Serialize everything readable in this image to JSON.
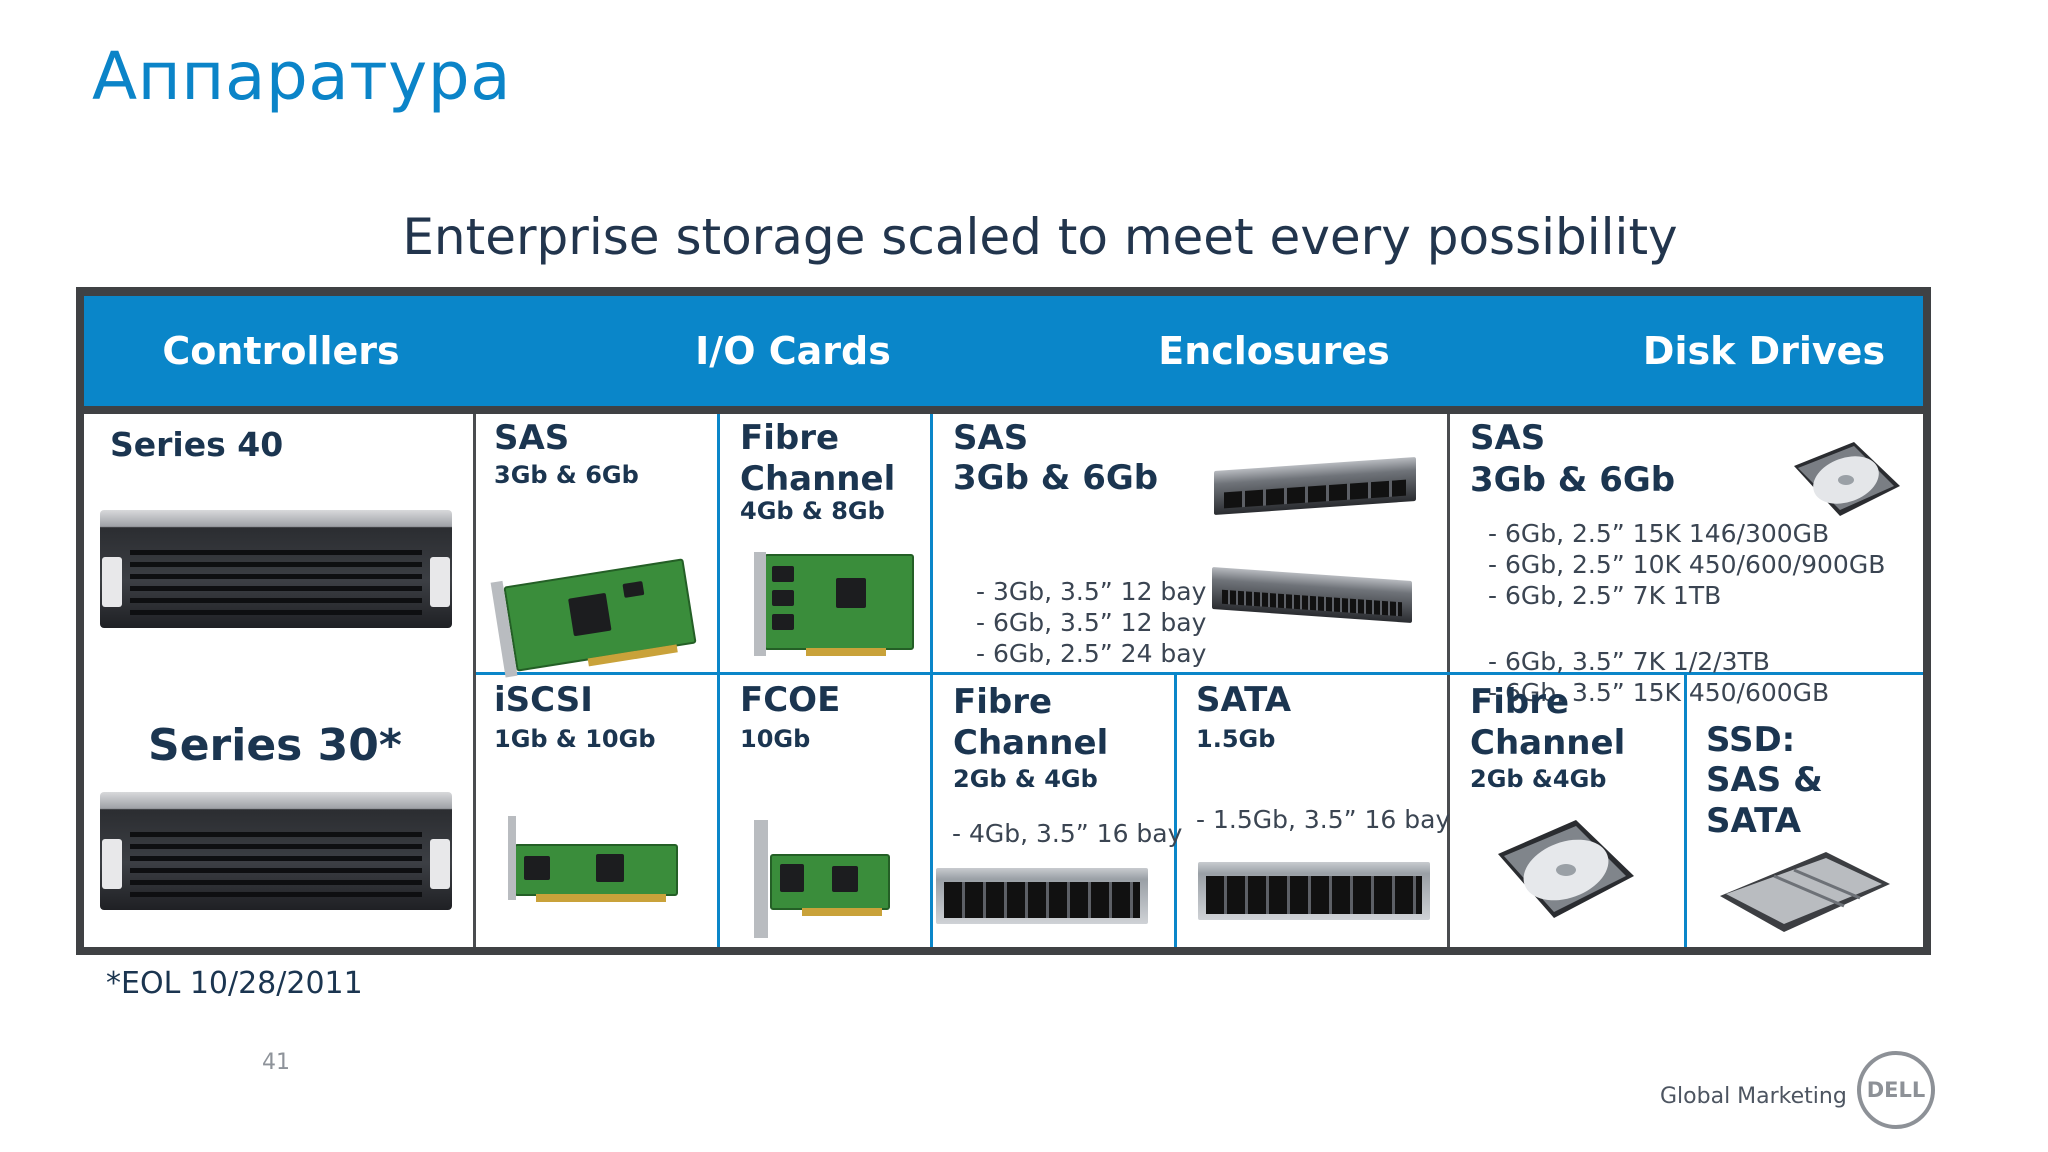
{
  "slide": {
    "title": "Аппаратура",
    "subtitle": "Enterprise storage scaled to meet every possibility",
    "footnote": "*EOL 10/28/2011",
    "page_number": "41",
    "footer_text": "Global Marketing",
    "logo_text": "DELL"
  },
  "table": {
    "headers": [
      "Controllers",
      "I/O Cards",
      "Enclosures",
      "Disk Drives"
    ],
    "controllers": {
      "series40": "Series 40",
      "series30": "Series 30*"
    },
    "io_cards": {
      "sas": {
        "name": "SAS",
        "speed": "3Gb & 6Gb"
      },
      "fibre": {
        "name": "Fibre Channel",
        "speed": "4Gb & 8Gb"
      },
      "iscsi": {
        "name": "iSCSI",
        "speed": "1Gb & 10Gb"
      },
      "fcoe": {
        "name": "FCOE",
        "speed": "10Gb"
      }
    },
    "enclosures": {
      "sas": {
        "name": "SAS",
        "speed": "3Gb & 6Gb",
        "items": [
          "- 3Gb, 3.5” 12 bay",
          "- 6Gb, 3.5” 12 bay",
          "- 6Gb, 2.5” 24 bay"
        ]
      },
      "fibre": {
        "name": "Fibre Channel",
        "speed": "2Gb & 4Gb",
        "item": "- 4Gb, 3.5” 16 bay"
      },
      "sata": {
        "name": "SATA",
        "speed": "1.5Gb",
        "item": "- 1.5Gb, 3.5” 16 bay"
      }
    },
    "disk_drives": {
      "sas": {
        "name": "SAS",
        "speed": "3Gb & 6Gb",
        "items": [
          "- 6Gb, 2.5” 15K 146/300GB",
          "- 6Gb, 2.5” 10K 450/600/900GB",
          "- 6Gb, 2.5” 7K 1TB",
          "- 6Gb, 3.5” 7K 1/2/3TB",
          "- 6Gb, 3.5” 15K 450/600GB"
        ]
      },
      "fibre": {
        "name": "Fibre Channel",
        "speed": "2Gb &4Gb"
      },
      "ssd": {
        "name": "SSD:",
        "types": "SAS & SATA"
      }
    }
  }
}
